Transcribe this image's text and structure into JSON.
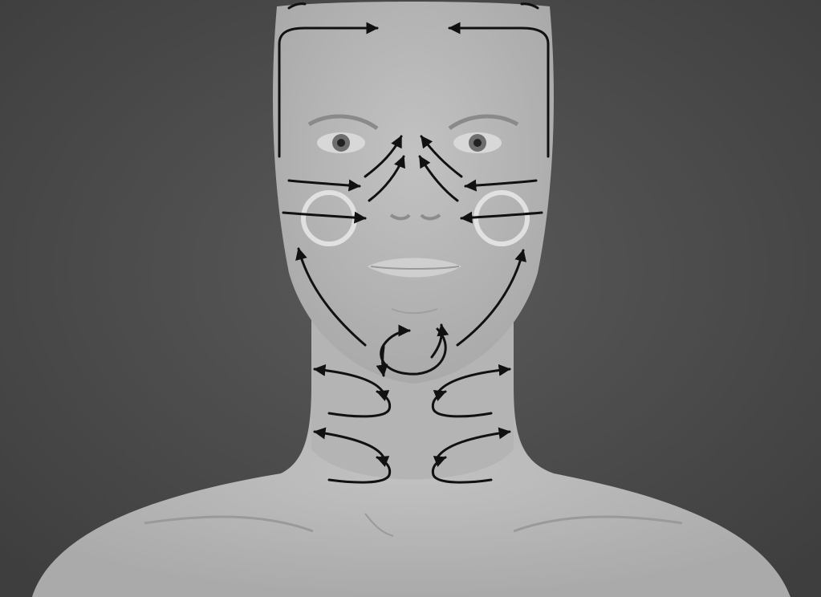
{
  "colors": {
    "background": "#4a4a4a",
    "skin": "#b9b9b9",
    "skin_shadow": "#a3a3a3",
    "line": "#111111",
    "circle": "#e6e6e6"
  },
  "icons": [
    "arrow-head-icon"
  ],
  "regions": {
    "forehead_arrows": 2,
    "nose_arrows": 4,
    "cheek_arrows": 4,
    "cheekbone_circles": 2,
    "jaw_arrows": 2,
    "chin_arrows": 2,
    "neck_arrows": 8
  }
}
